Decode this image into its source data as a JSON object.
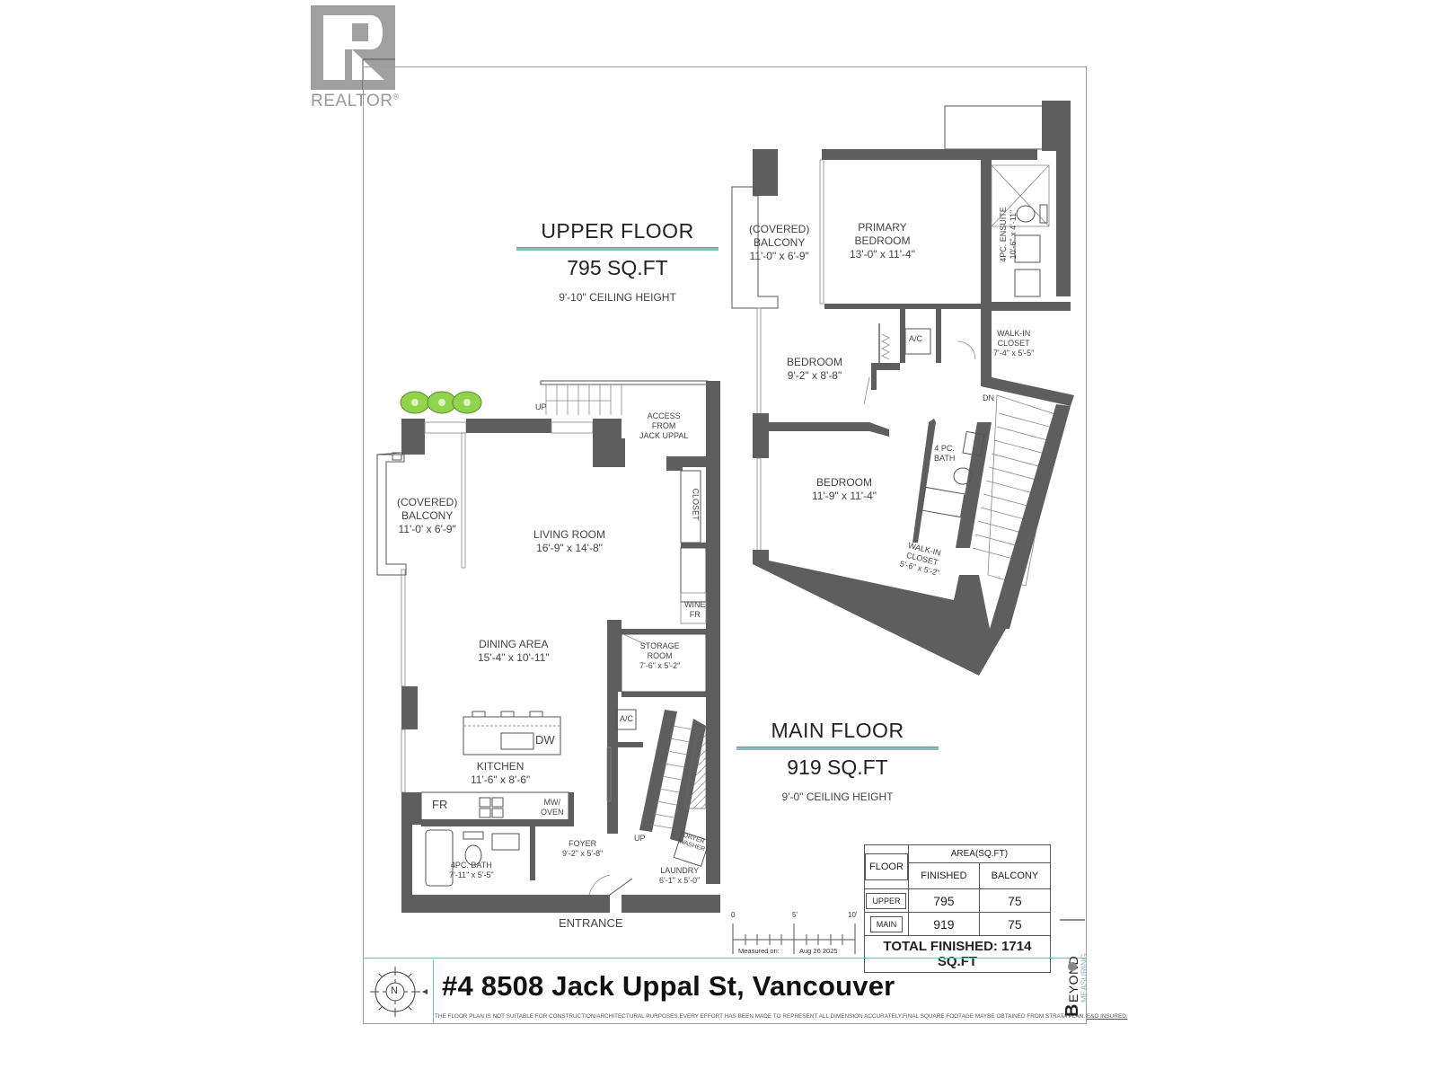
{
  "logo": {
    "brand_text": "REALTOR",
    "registered_mark": "®",
    "color": "#a0a0a0"
  },
  "upper_floor": {
    "title": "UPPER FLOOR",
    "area": "795 SQ.FT",
    "ceiling": "9'-10\" CEILING HEIGHT",
    "rooms": [
      {
        "name": "(COVERED)\nBALCONY",
        "dims": "11'-0\" x 6'-9\""
      },
      {
        "name": "PRIMARY\nBEDROOM",
        "dims": "13'-0\" x 11'-4\""
      },
      {
        "name": "4PC. ENSUITE",
        "dims": "10'-6\" x 4'-11\""
      },
      {
        "name": "WALK-IN\nCLOSET",
        "dims": "7'-4\" x 5'-5\""
      },
      {
        "name": "BEDROOM",
        "dims": "9'-2\" x 8'-8\""
      },
      {
        "name": "A/C",
        "dims": ""
      },
      {
        "name": "4 PC.\nBATH",
        "dims": ""
      },
      {
        "name": "BEDROOM",
        "dims": "11'-9\" x 11'-4\""
      },
      {
        "name": "WALK-IN\nCLOSET",
        "dims": "5'-6\" x 5'-2\""
      }
    ],
    "stair_label": "DN"
  },
  "main_floor": {
    "title": "MAIN FLOOR",
    "area": "919 SQ.FT",
    "ceiling": "9'-0\" CEILING HEIGHT",
    "rooms": [
      {
        "name": "(COVERED)\nBALCONY",
        "dims": "11'-0' x 6'-9\""
      },
      {
        "name": "ACCESS\nFROM\nJACK UPPAL",
        "dims": ""
      },
      {
        "name": "CLOSET",
        "dims": ""
      },
      {
        "name": "LIVING ROOM",
        "dims": "16'-9\" x 14'-8\""
      },
      {
        "name": "WINE\nFR",
        "dims": ""
      },
      {
        "name": "DINING AREA",
        "dims": "15'-4\" x 10'-11\""
      },
      {
        "name": "STORAGE\nROOM",
        "dims": "7'-6\" x 5'-2\""
      },
      {
        "name": "A/C",
        "dims": ""
      },
      {
        "name": "KITCHEN",
        "dims": "11'-6\" x 8'-6\""
      },
      {
        "name": "4PC. BATH",
        "dims": "7'-11\" x 5'-5\""
      },
      {
        "name": "FOYER",
        "dims": "9'-2\" x 5'-8\""
      },
      {
        "name": "LAUNDRY",
        "dims": "6'-1\" x 5'-0\""
      }
    ],
    "fixtures": {
      "dishwasher": "DW",
      "fridge": "FR",
      "microwave_oven": "MW/\nOVEN",
      "dryer_washer": "DRYER\nWASHER"
    },
    "stair_labels": [
      "UP",
      "UP"
    ],
    "entrance": "ENTRANCE"
  },
  "area_table": {
    "header_floor": "FLOOR",
    "header_area": "AREA(SQ.FT)",
    "header_finished": "FINISHED",
    "header_balcony": "BALCONY",
    "rows": [
      {
        "floor": "UPPER",
        "finished": "795",
        "balcony": "75"
      },
      {
        "floor": "MAIN",
        "finished": "919",
        "balcony": "75"
      }
    ],
    "total": "TOTAL FINISHED: 1714 SQ.FT"
  },
  "scale_bar": {
    "ticks": [
      "0",
      "5'",
      "10'"
    ],
    "measured_label": "Measured on:",
    "measured_date": "Aug 26  2025"
  },
  "footer": {
    "address": "#4 8508 Jack Uppal St, Vancouver",
    "compass_label": "N",
    "disclaimer": "THE  FLOOR PLAN  IS NOT SUITABLE FOR CONSTRUCTION/ARCHITECTURAL PURPOSES.EVERY EFFORT HAS BEEN MADE TO REPRESENT ALL DIMENSION ACCURATELY.FINAL SQUARE FOOTAGE MAYBE OBTAINED FROM STRATA PLAN.",
    "insured": "E&O INSURED."
  },
  "measuring_logo": {
    "brand": "BEYOND",
    "sub": "MEASURING",
    "accent": "#8fb8b8"
  },
  "colors": {
    "wall": "#5e5e5e",
    "accent_rule": "#8fb8b8",
    "plant": "#7ccf3a"
  }
}
